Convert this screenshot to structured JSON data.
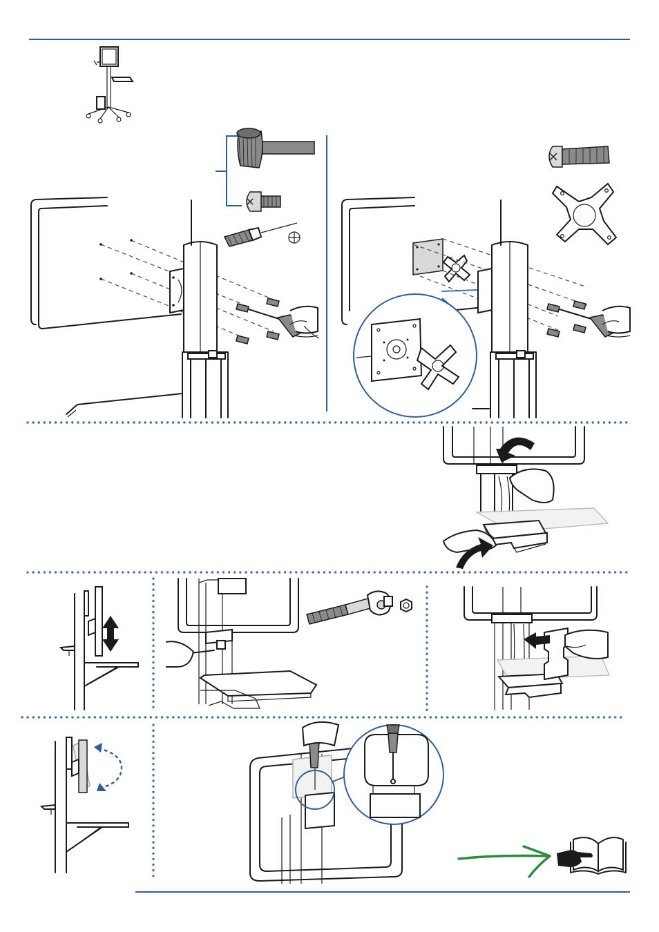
{
  "colors": {
    "rule": "#2f5f96",
    "dotted_divider": "#4a72a6",
    "arrow_green": "#2f8a3e",
    "line_art": "#1a1a1a",
    "part_gray": "#8a8a8a"
  },
  "icons": [
    "cart-thumbnail",
    "thumbscrew-icon",
    "pan-head-screw-icon",
    "phillips-screwdriver-icon",
    "phillips-symbol-icon",
    "long-screw-icon",
    "star-adapter-icon",
    "ratchet-wrench-icon",
    "hex-nut-icon",
    "double-arrow-icon",
    "curved-arrow-icon",
    "green-arrow-icon",
    "manual-book-icon",
    "pointing-hand-icon"
  ],
  "panels": [
    "mount-monitor-thumbscrews",
    "mount-monitor-adapter",
    "route-cables",
    "adjust-height",
    "tighten-with-wrench",
    "attach-cable-cover",
    "tilt-monitor",
    "secure-monitor-screw"
  ]
}
